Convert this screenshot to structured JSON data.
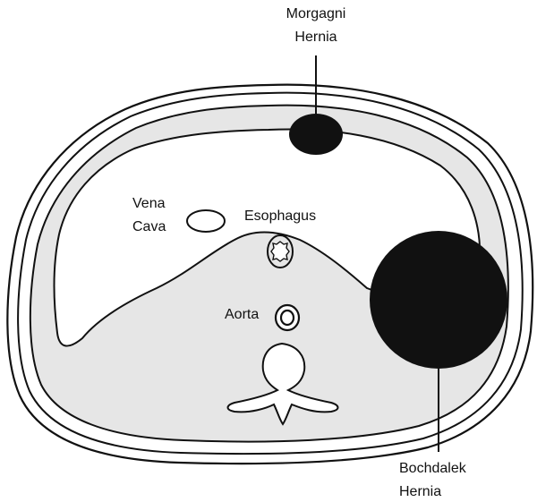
{
  "diagram": {
    "labels": {
      "morgagni_line1": "Morgagni",
      "morgagni_line2": "Hernia",
      "vena_cava_line1": "Vena",
      "vena_cava_line2": "Cava",
      "esophagus": "Esophagus",
      "aorta": "Aorta",
      "bochdalek_line1": "Bochdalek",
      "bochdalek_line2": "Hernia"
    },
    "colors": {
      "outline": "#111111",
      "diaphragm_fill": "#e6e6e6",
      "hernia_fill": "#111111",
      "background": "#ffffff"
    }
  }
}
